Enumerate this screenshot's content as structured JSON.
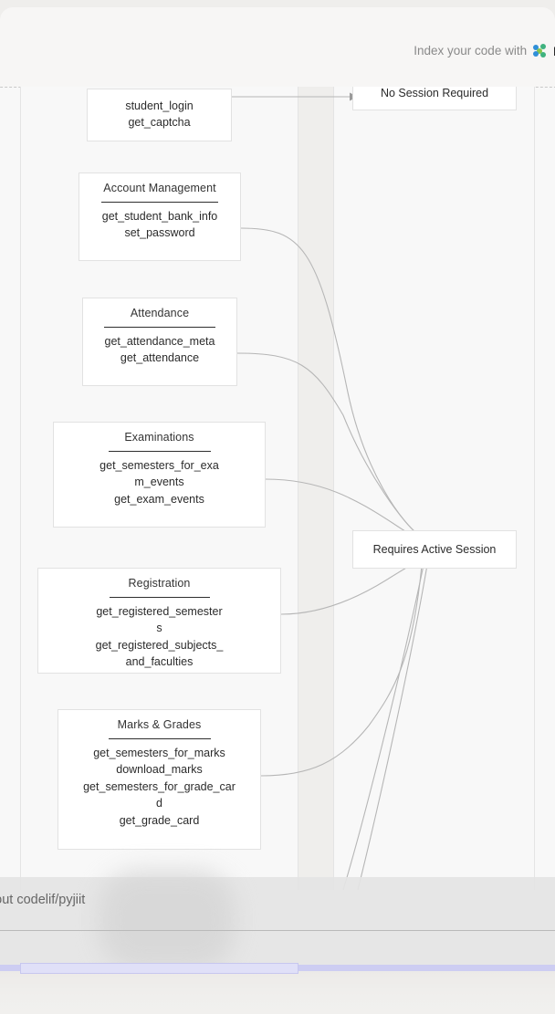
{
  "header": {
    "promo_prefix": "Index your code with",
    "promo_brand": "De",
    "logo_icon": "devin-logo-icon"
  },
  "diagram": {
    "type": "class-diagram",
    "left_group_nodes": [
      {
        "id": "authentication",
        "title": "",
        "methods": [
          "student_login",
          "get_captcha"
        ],
        "title_clipped": true
      },
      {
        "id": "account-management",
        "title": "Account Management",
        "methods": [
          "get_student_bank_info",
          "set_password"
        ]
      },
      {
        "id": "attendance",
        "title": "Attendance",
        "methods": [
          "get_attendance_meta",
          "get_attendance"
        ]
      },
      {
        "id": "examinations",
        "title": "Examinations",
        "methods": [
          "get_semesters_for_exam_events",
          "get_exam_events"
        ]
      },
      {
        "id": "registration",
        "title": "Registration",
        "methods": [
          "get_registered_semesters",
          "get_registered_subjects_and_faculties"
        ]
      },
      {
        "id": "marks-grades",
        "title": "Marks & Grades",
        "methods": [
          "get_semesters_for_marks",
          "download_marks",
          "get_semesters_for_grade_card",
          "get_grade_card"
        ]
      }
    ],
    "right_group_nodes": [
      {
        "id": "no-session-required",
        "label": "No Session Required"
      },
      {
        "id": "requires-active-session",
        "label": "Requires Active Session"
      }
    ],
    "edge_color": "#b6b6b6",
    "node_border_color": "#e2e2e2",
    "node_fill": "#ffffff",
    "canvas_fill": "#f8f8f8"
  },
  "footer": {
    "ask_text": "about codelif/pyjiit"
  }
}
